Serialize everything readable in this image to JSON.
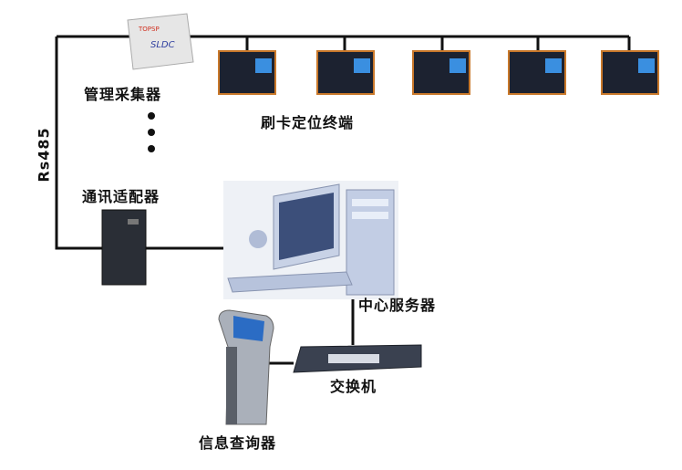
{
  "labels": {
    "collector": "管理采集器",
    "terminals": "刷卡定位终端",
    "bus": "Rs485",
    "adapter": "通讯适配器",
    "server": "中心服务器",
    "switch": "交换机",
    "kiosk": "信息查询器"
  },
  "colors": {
    "line": "#111111",
    "terminal": "#1c2230",
    "terminal_border": "#c9782a",
    "pc": "#b9c6e0",
    "switch": "#3a4150"
  }
}
